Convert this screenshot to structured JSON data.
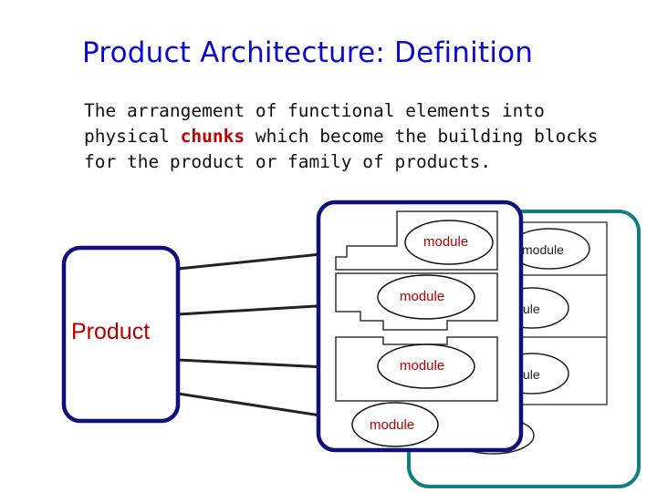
{
  "slide": {
    "title": "Product Architecture: Definition",
    "definition": {
      "line1": "The arrangement of functional elements into",
      "line2_before": "physical ",
      "line2_keyword": "chunks",
      "line2_after": " which become the building blocks",
      "line3": "for the product or family of products."
    }
  },
  "diagram": {
    "product_label": "Product",
    "front_modules": [
      "module",
      "module",
      "module",
      "module"
    ],
    "back_modules": [
      "module",
      "ule",
      "ule"
    ],
    "colors": {
      "title": "#0a0ad0",
      "keyword": "#c00000",
      "product_label": "#b40000",
      "module_label": "#b40000",
      "frame_blue": "#10107a",
      "frame_teal": "#0f7f7f"
    }
  }
}
